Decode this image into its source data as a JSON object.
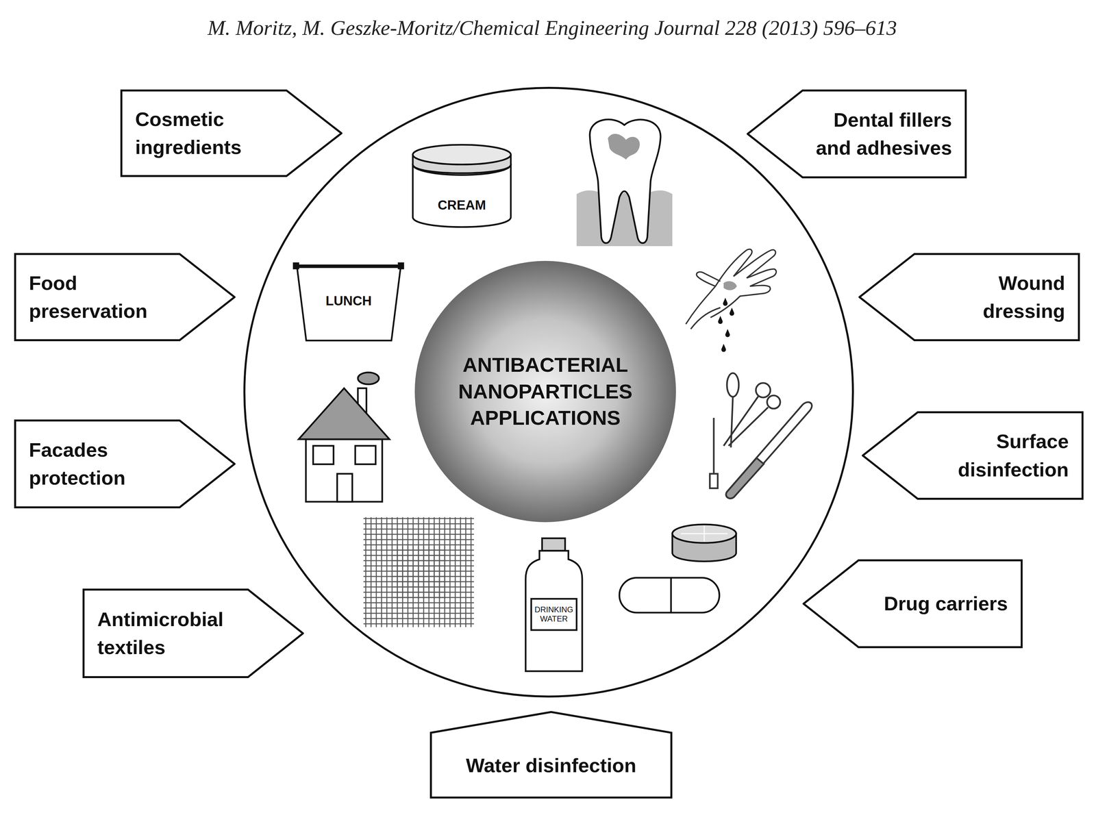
{
  "diagram": {
    "nodes": [
      {
        "text": [
          "Cosmetic ingredients"
        ]
      },
      {
        "text": [
          "Dental fillers and adhesives"
        ]
      },
      {
        "text": [
          "Food preservation"
        ]
      },
      {
        "text": [
          "Wound dressing"
        ]
      },
      {
        "text": [
          "ANTIBACTERIAL NANOPARTICLES APPLICATIONS"
        ]
      },
      {
        "text": [
          "Facades protection"
        ]
      },
      {
        "text": [
          "Surface disinfection"
        ]
      },
      {
        "text": [
          "Antimicrobial textiles"
        ]
      },
      {
        "text": [
          "Drug carriers"
        ]
      },
      {
        "text": [
          "Water disinfection"
        ]
      }
    ],
    "labels": [
      "M. Moritz, M. Geszke-Moritz/Chemical Engineering Journal 228 (2013) 596–613",
      "CREAM",
      "LUNCH",
      "DRINKING WATER"
    ]
  }
}
